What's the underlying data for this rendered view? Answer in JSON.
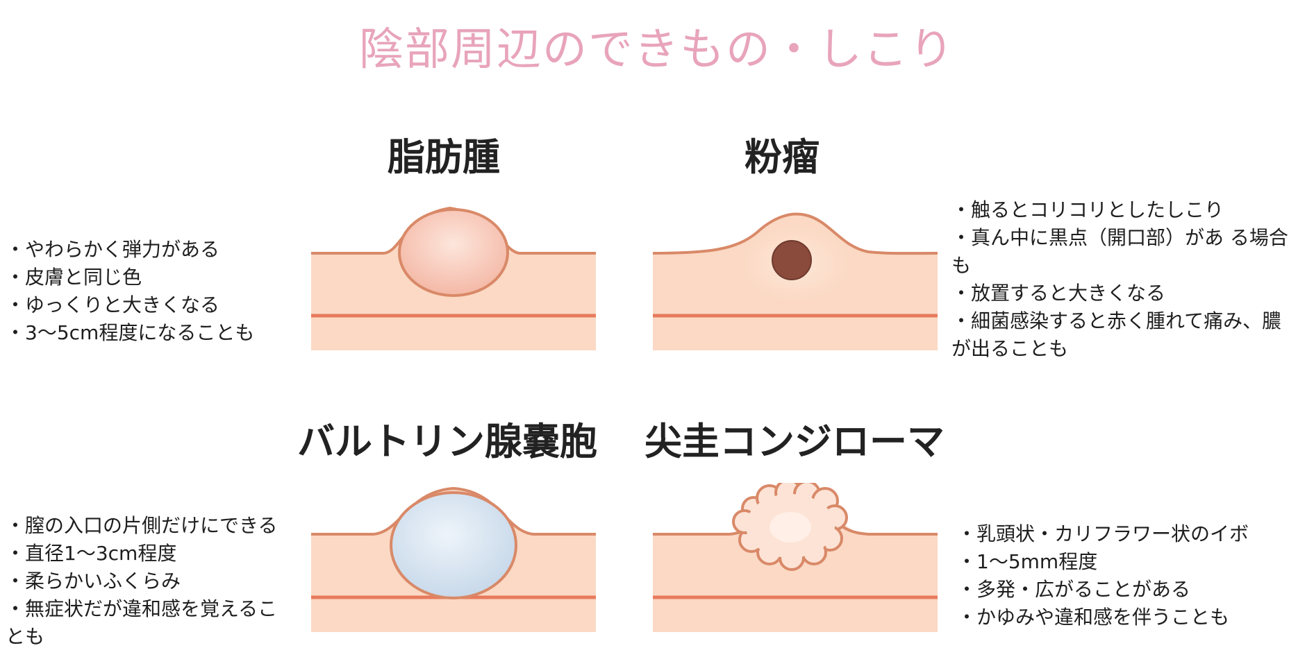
{
  "title": "陰部周辺のできもの・しこり",
  "panels": {
    "lipoma": {
      "title": "脂肪腫",
      "bullets": [
        "やわらかく弾力がある",
        "皮膚と同じ色",
        "ゆっくりと大きくなる",
        "3〜5cm程度になることも"
      ]
    },
    "atheroma": {
      "title": "粉瘤",
      "bullets": [
        "触るとコリコリとしたしこり",
        "真ん中に黒点（開口部）があ る場合も",
        "放置すると大きくなる",
        "細菌感染すると赤く腫れて痛み、膿 が出ることも"
      ]
    },
    "bartholin": {
      "title": "バルトリン腺嚢胞",
      "bullets": [
        "膣の入口の片側だけにできる",
        "直径1〜3cm程度",
        "柔らかいふくらみ",
        "無症状だが違和感を覚えるこ とも"
      ]
    },
    "condyloma": {
      "title": "尖圭コンジローマ",
      "bullets": [
        "乳頭状・カリフラワー状のイボ",
        "1〜5mm程度",
        "多発・広がることがある",
        "かゆみや違和感を伴うことも"
      ]
    }
  },
  "colors": {
    "title": "#e8a4bb",
    "skin": "#fbd9c4",
    "outline": "#d98968",
    "dermis_line": "#e77a5c",
    "lipoma_fill": "#f7c4b4",
    "cyst_fill": "#d8e6f2",
    "black_dot": "#8a4a3c"
  }
}
